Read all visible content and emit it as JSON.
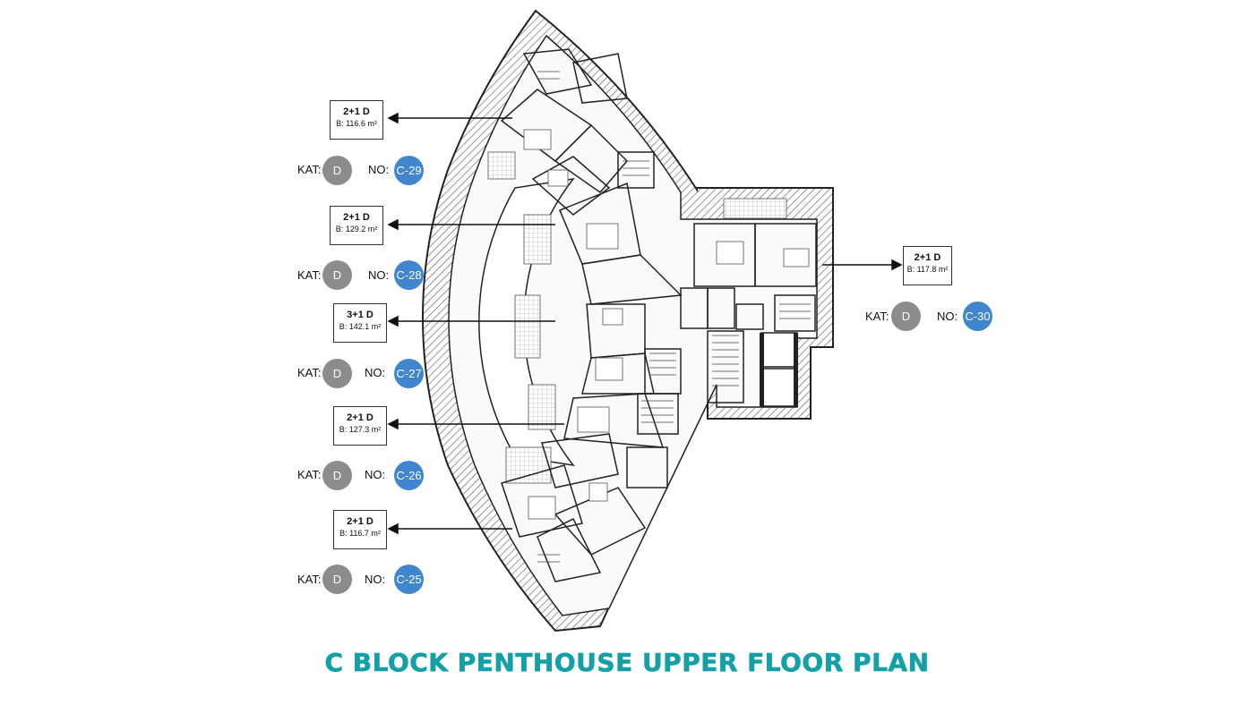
{
  "title": "C BLOCK PENTHOUSE UPPER FLOOR PLAN",
  "labels": {
    "kat": "KAT:",
    "no": "NO:"
  },
  "colors": {
    "title": "#13a0a6",
    "kat_circle": "#8c8c8c",
    "no_circle": "#3f86cf",
    "hatch": "#555555"
  },
  "units": [
    {
      "type": "2+1 D",
      "area": "B: 116.6 m²",
      "kat": "D",
      "no": "C-29"
    },
    {
      "type": "2+1 D",
      "area": "B: 129.2 m²",
      "kat": "D",
      "no": "C-28"
    },
    {
      "type": "3+1 D",
      "area": "B: 142.1 m²",
      "kat": "D",
      "no": "C-27"
    },
    {
      "type": "2+1 D",
      "area": "B: 127.3 m²",
      "kat": "D",
      "no": "C-26"
    },
    {
      "type": "2+1 D",
      "area": "B: 116.7 m²",
      "kat": "D",
      "no": "C-25"
    },
    {
      "type": "2+1 D",
      "area": "B: 117.8 m²",
      "kat": "D",
      "no": "C-30"
    }
  ]
}
